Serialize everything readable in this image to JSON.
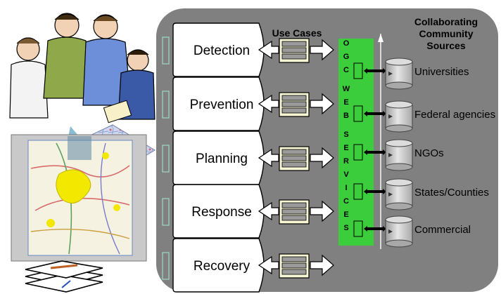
{
  "diagram": {
    "use_cases_label": "Use Cases",
    "phases": [
      "Detection",
      "Prevention",
      "Planning",
      "Response",
      "Recovery"
    ],
    "ogc_label": [
      "OGC",
      "WEB",
      "SERVICES"
    ],
    "sources_title": [
      "Collaborating",
      "Community",
      "Sources"
    ],
    "sources": [
      "Universities",
      "Federal agencies",
      "NGOs",
      "States/Counties",
      "Commercial"
    ]
  },
  "colors": {
    "panel": "#808080",
    "ogc_bar": "#3ccd3c",
    "phase_box": "#ffffff",
    "cylinder": "#c4c4c4",
    "frame_border": "#9fd8c8"
  },
  "icons": [
    "people-meeting-clipart",
    "regional-map-screen",
    "layer-stack-icon",
    "document-stack-icon",
    "database-cylinder-icon",
    "arrow-icon"
  ]
}
